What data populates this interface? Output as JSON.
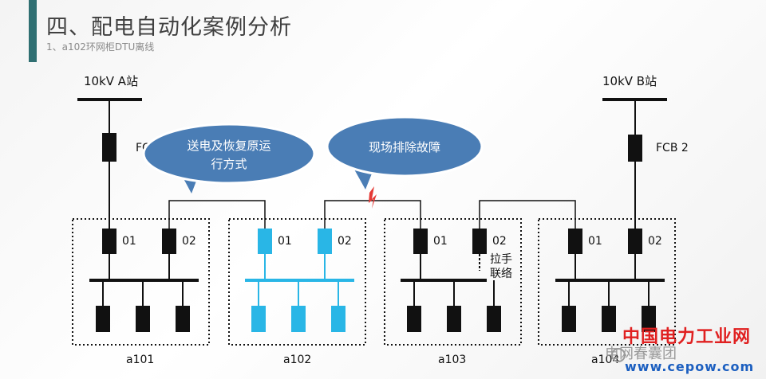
{
  "header": {
    "title": "四、配电自动化案例分析",
    "subtitle": "1、a102环网柜DTU离线"
  },
  "stations": {
    "a": {
      "label": "10kV A站"
    },
    "b": {
      "label": "10kV B站"
    }
  },
  "breakers": {
    "fcb1": {
      "label": "FC"
    },
    "fcb2": {
      "label": "FCB 2"
    }
  },
  "callouts": {
    "restore": {
      "line1": "送电及恢复原运",
      "line2": "行方式"
    },
    "fault": {
      "text": "现场排除故障"
    }
  },
  "cabinets": [
    {
      "name": "a101",
      "switch1": "01",
      "switch2": "02"
    },
    {
      "name": "a102",
      "switch1": "01",
      "switch2": "02"
    },
    {
      "name": "a103",
      "switch1": "01",
      "switch2": "02",
      "note_line1": "拉手",
      "note_line2": "联络"
    },
    {
      "name": "a104",
      "switch1": "01",
      "switch2": "02"
    }
  ],
  "watermark": {
    "line1": "中国电力工业网",
    "line2": "电网春囊团",
    "line3": "www.cepow.com"
  },
  "colors": {
    "normal": "#111111",
    "offline": "#29b6e6",
    "callout_fill": "#4a7db5",
    "fault": "#e53935"
  }
}
